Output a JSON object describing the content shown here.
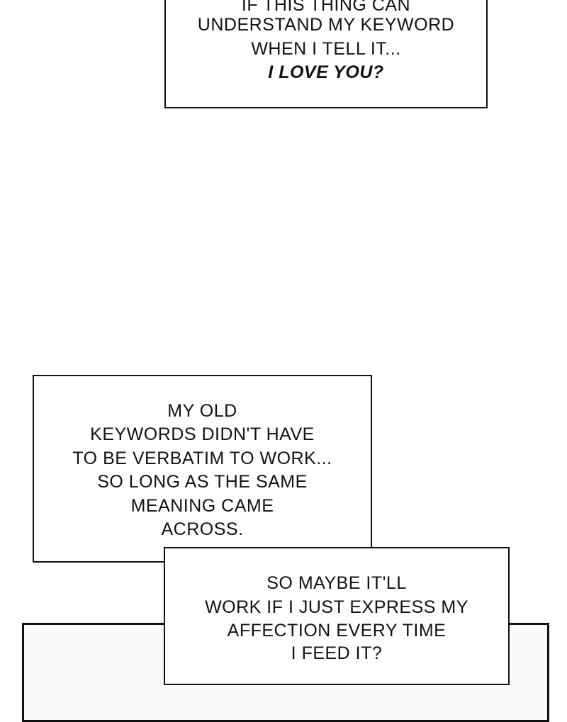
{
  "captions": {
    "top": {
      "lines": [
        "IF THIS THING CAN",
        "UNDERSTAND MY KEYWORD",
        "WHEN I TELL IT..."
      ],
      "emphasis": "I LOVE YOU?"
    },
    "middle": {
      "lines": [
        "MY OLD",
        "KEYWORDS DIDN'T HAVE",
        "TO BE VERBATIM TO WORK...",
        "SO LONG AS THE SAME",
        "MEANING CAME",
        "ACROSS."
      ]
    },
    "bottom": {
      "lines": [
        "SO MAYBE IT'LL",
        "WORK IF I JUST EXPRESS MY",
        "AFFECTION EVERY TIME",
        "I FEED IT?"
      ]
    }
  },
  "colors": {
    "ink": "#111111",
    "panel_fill": "#fbfafb",
    "background": "#ffffff"
  }
}
